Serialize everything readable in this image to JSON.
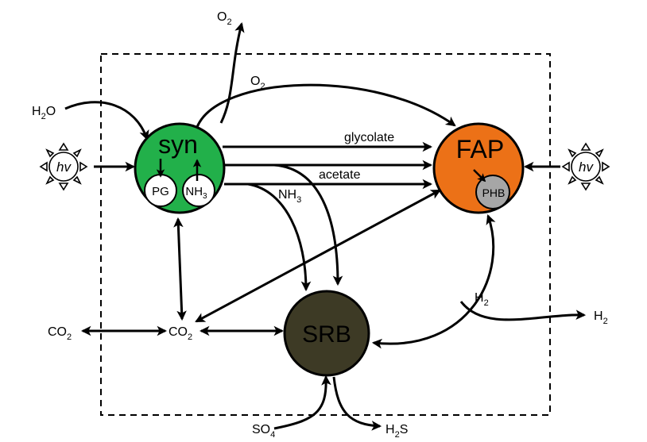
{
  "nodes": {
    "syn": {
      "label": "syn",
      "color": "#22b04a"
    },
    "pg": {
      "label": "PG"
    },
    "nh3_inner": {
      "label": "NH",
      "sub": "3"
    },
    "fap": {
      "label": "FAP",
      "color": "#ec7117"
    },
    "phb": {
      "label": "PHB",
      "color": "#a6a6a6"
    },
    "srb": {
      "label": "SRB",
      "color": "#3d3a25"
    },
    "sun_left": {
      "label": "hv"
    },
    "sun_right": {
      "label": "hv"
    }
  },
  "labels": {
    "h2o": {
      "main": "H",
      "sub": "2",
      "tail": "O"
    },
    "o2_top": {
      "main": "O",
      "sub": "2"
    },
    "o2_arc": {
      "main": "O",
      "sub": "2"
    },
    "glycolate": "glycolate",
    "acetate": "acetate",
    "nh3": {
      "main": "NH",
      "sub": "3"
    },
    "co2_left": {
      "main": "CO",
      "sub": "2"
    },
    "co2_mid": {
      "main": "CO",
      "sub": "2"
    },
    "h2_mid": {
      "main": "H",
      "sub": "2"
    },
    "h2_right": {
      "main": "H",
      "sub": "2"
    },
    "so4": {
      "main": "SO",
      "sub": "4"
    },
    "h2s": {
      "main": "H",
      "sub": "2",
      "tail": "S"
    }
  }
}
